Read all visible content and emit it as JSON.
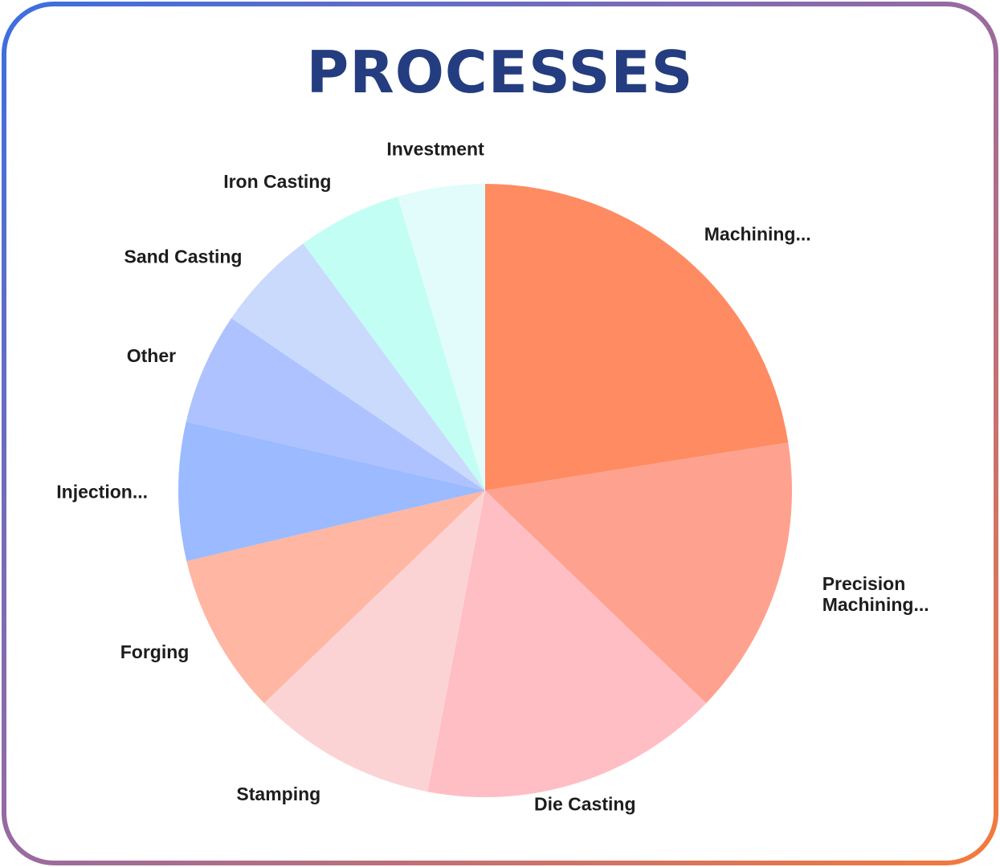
{
  "title": "PROCESSES",
  "colors": {
    "title": "#243d80",
    "border_start": "#3b6fe0",
    "border_end": "#f47a3b"
  },
  "chart_data": {
    "type": "pie",
    "title": "PROCESSES",
    "slices": [
      {
        "label": "Machining...",
        "value": 22.5,
        "color": "#ff8b62"
      },
      {
        "label": "Precision Machining...",
        "value": 14.7,
        "color": "#ffa18f"
      },
      {
        "label": "Die Casting",
        "value": 15.8,
        "color": "#ffbec3"
      },
      {
        "label": "Stamping",
        "value": 9.8,
        "color": "#fcd3d5"
      },
      {
        "label": "Forging",
        "value": 8.5,
        "color": "#ffb6a2"
      },
      {
        "label": "Injection...",
        "value": 7.3,
        "color": "#9bbaff"
      },
      {
        "label": "Other",
        "value": 5.9,
        "color": "#adc2fe"
      },
      {
        "label": "Sand Casting",
        "value": 5.4,
        "color": "#c9dafd"
      },
      {
        "label": "Iron Casting",
        "value": 5.5,
        "color": "#c2fef3"
      },
      {
        "label": "Investment",
        "value": 4.6,
        "color": "#e2fcfc"
      }
    ]
  }
}
